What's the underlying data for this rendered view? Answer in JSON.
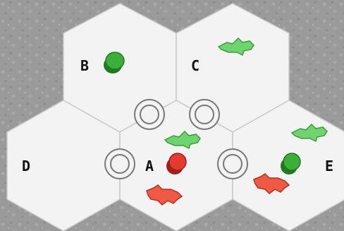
{
  "board": {
    "hexes": [
      {
        "id": "A",
        "label": "A"
      },
      {
        "id": "B",
        "label": "B"
      },
      {
        "id": "C",
        "label": "C"
      },
      {
        "id": "D",
        "label": "D"
      },
      {
        "id": "E",
        "label": "E"
      }
    ],
    "colors": {
      "background": "#9a9a9a",
      "hex_fill": "#f3f3f3",
      "hex_edge": "#c9c9c9",
      "marker_ring": "#777777",
      "friendly": "#3cae3c",
      "enemy": "#e53a30",
      "friendly_ship": "#6fd46f",
      "enemy_ship": "#f05a45"
    },
    "units": {
      "hex_A": {
        "ships_friendly": 1,
        "ships_enemy": 1,
        "disc": "enemy"
      },
      "hex_B": {
        "disc": "friendly"
      },
      "hex_C": {
        "ships_friendly": 1
      },
      "hex_E": {
        "ships_friendly": 1,
        "ships_enemy": 1,
        "disc": "friendly"
      }
    },
    "icons": [
      "disc-token",
      "ship-token",
      "wormhole-marker"
    ]
  }
}
